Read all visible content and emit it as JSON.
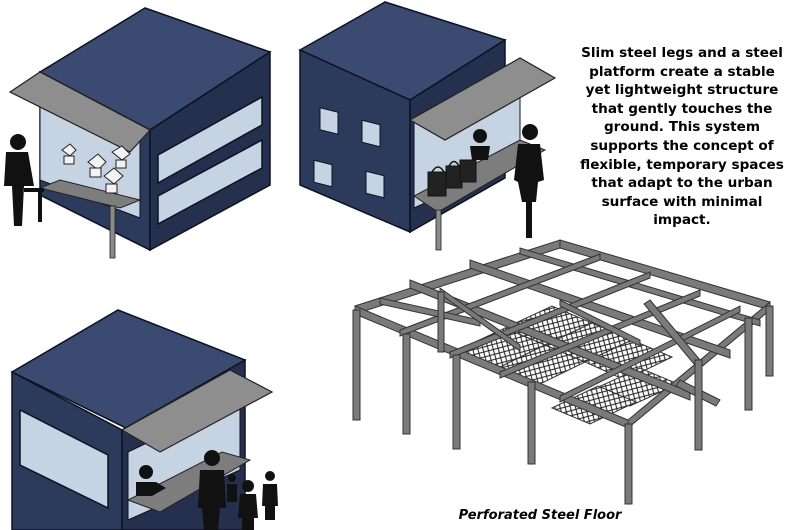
{
  "caption": {
    "lines": [
      "Slim steel legs and a steel",
      "platform create a stable",
      "yet lightweight structure",
      "that gently touches the",
      "ground. This system",
      "supports the concept of",
      "flexible, temporary spaces",
      "that adapt to the urban",
      "surface with minimal",
      "impact."
    ]
  },
  "frame_label": "Perforated Steel Floor",
  "colors": {
    "cube_front": "#2c3a5c",
    "cube_side": "#24304e",
    "cube_top": "#3a4a70",
    "outline": "#0c1222",
    "window": "#c6d3e2",
    "awning": "#8e8e8e",
    "steel": "#7a7a7a",
    "silhouette": "#111111"
  }
}
